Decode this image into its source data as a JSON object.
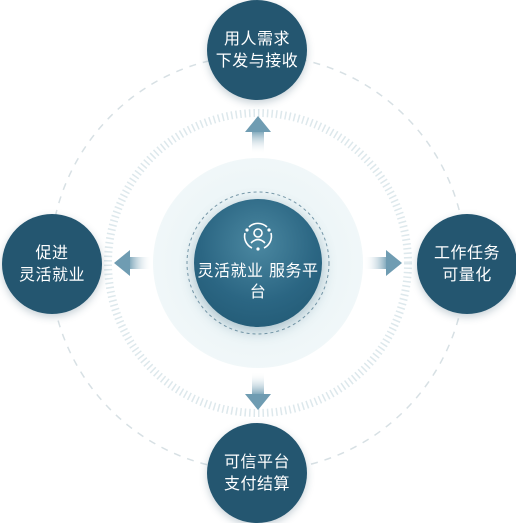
{
  "center": {
    "icon": "people-network-icon",
    "line1": "灵活就业",
    "line2": "服务平台"
  },
  "nodes": {
    "top": {
      "line1": "用人需求",
      "line2": "下发与接收"
    },
    "right": {
      "line1": "工作任务",
      "line2": "可量化"
    },
    "bottom": {
      "line1": "可信平台",
      "line2": "支付结算"
    },
    "left": {
      "line1": "促进",
      "line2": "灵活就业"
    }
  },
  "colors": {
    "node_fill": "#245670",
    "center_fill": "#2b6683",
    "ring_dash": "#d9e2e6",
    "ring_ticks": "#dde8ec",
    "arrow_fill": "#8fb3c4",
    "glow": "#e6f1f4"
  }
}
